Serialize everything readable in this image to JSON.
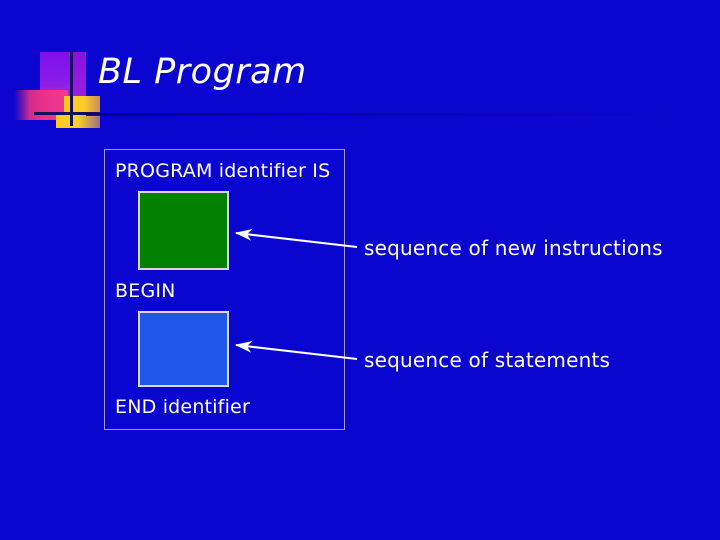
{
  "slide": {
    "title": "BL Program",
    "background_color": "#0A06D0",
    "text_color": "#FFFFFF"
  },
  "logo": {
    "name": "decorative-logo",
    "colors": {
      "purple": "#8A1BE8",
      "pink": "#E8318C",
      "yellow": "#FFC81E",
      "crosshair": "#15105E"
    }
  },
  "structure_box": {
    "border_color": "#9D9DC4",
    "lines": [
      {
        "id": "program",
        "text": "PROGRAM identifier IS"
      },
      {
        "id": "begin",
        "text": "BEGIN"
      },
      {
        "id": "end",
        "text": "END identifier"
      }
    ],
    "blocks": [
      {
        "id": "new-instructions-block",
        "fill": "#018001",
        "border": "#D6D6E8"
      },
      {
        "id": "statements-block",
        "fill": "#2157E8",
        "border": "#D6D6E8"
      }
    ]
  },
  "annotations": [
    {
      "id": "instructions",
      "text": "sequence of new instructions"
    },
    {
      "id": "statements",
      "text": "sequence of statements"
    }
  ]
}
